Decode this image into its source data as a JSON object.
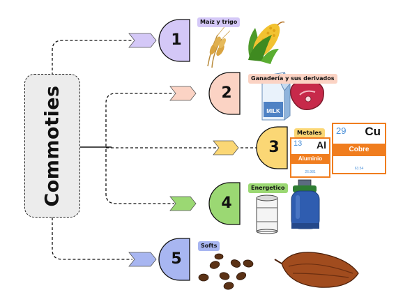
{
  "root": {
    "title": "Commoties"
  },
  "branches": [
    {
      "number": "1",
      "label": "Maíz y trigo",
      "color": "#d4c8f7"
    },
    {
      "number": "2",
      "label": "Ganadería y sus derivados",
      "color": "#fbd3c4"
    },
    {
      "number": "3",
      "label": "Metales",
      "color": "#fbd775"
    },
    {
      "number": "4",
      "label": "Energetico",
      "color": "#9bd873"
    },
    {
      "number": "5",
      "label": "Softs",
      "color": "#a8b6f1"
    }
  ],
  "elements": {
    "aluminum": {
      "number": "13",
      "symbol": "Al",
      "name": "Aluminio",
      "mass": "26.981"
    },
    "copper": {
      "number": "29",
      "symbol": "Cu",
      "name": "Cobre",
      "mass": "63.54"
    }
  },
  "milk_label": "MILK"
}
